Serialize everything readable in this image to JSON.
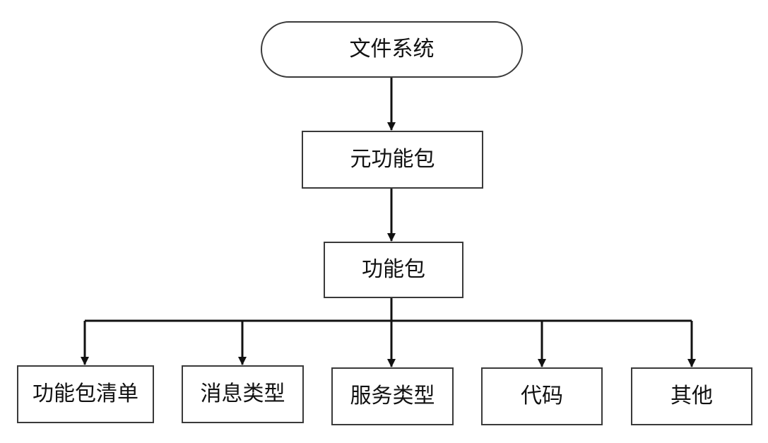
{
  "nodes": {
    "root": "文件系统",
    "meta_package": "元功能包",
    "package": "功能包",
    "children": [
      "功能包清单",
      "消息类型",
      "服务类型",
      "代码",
      "其他"
    ]
  },
  "colors": {
    "stroke": "#3a3a3a",
    "arrow": "#111111",
    "text": "#111111",
    "background": "#ffffff"
  }
}
